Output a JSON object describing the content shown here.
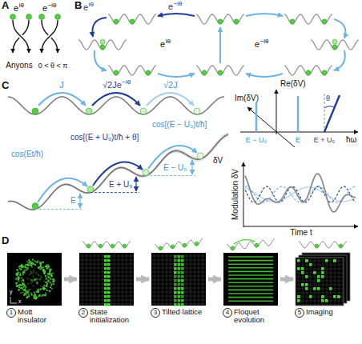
{
  "diagram": {
    "nodes": [
      {
        "text": [
          "1",
          "Mott insulator"
        ]
      },
      {
        "text": [
          "2",
          "State initialization"
        ]
      },
      {
        "text": [
          "3",
          "Tilted lattice"
        ]
      },
      {
        "text": [
          "4",
          "Floquet evolution"
        ]
      },
      {
        "text": [
          "5",
          "Imaging"
        ]
      }
    ],
    "edges": [
      {
        "from": 0,
        "to": 1,
        "arrow": "to"
      },
      {
        "from": 1,
        "to": 2,
        "arrow": "to"
      },
      {
        "from": 2,
        "to": 3,
        "arrow": "to"
      },
      {
        "from": 3,
        "to": 4,
        "arrow": "to"
      }
    ],
    "labels": [
      "A",
      "e",
      "iθ",
      "e",
      "−iθ",
      "Anyons",
      "0 < θ < π",
      "B",
      "e",
      "iθ",
      "e",
      "−iθ",
      "e",
      "iθ",
      "e",
      "−iθ",
      "C",
      "J",
      "√2Je",
      "−iθ",
      "√2J",
      "cos(Et/ħ)",
      "cos[(E + U₀)t/ħ + θ]",
      "cos[(E − U₀)t/ħ]",
      "E",
      "E + U₀",
      "E − U₀",
      "δV",
      "Re(δV)",
      "Im(δV)",
      "E − U₀",
      "E",
      "E + U₀",
      "θ",
      "ħω",
      "Modulation δV",
      "Time t",
      "D",
      "y",
      "x"
    ]
  }
}
